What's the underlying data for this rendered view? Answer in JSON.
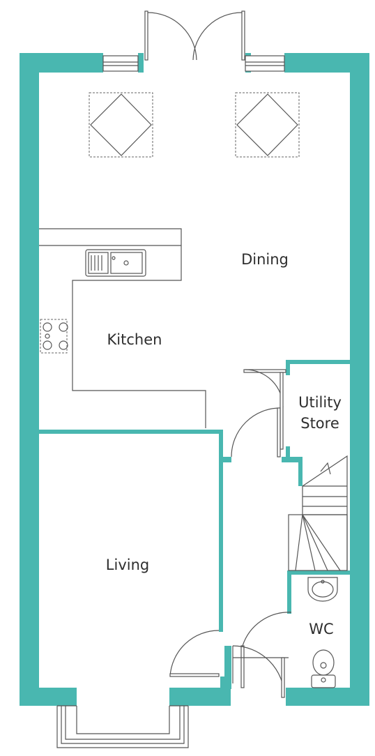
{
  "colors": {
    "wall": "#49b7b0",
    "line": "#555555",
    "label": "#2e2e2e"
  },
  "rooms": {
    "dining": "Dining",
    "kitchen": "Kitchen",
    "utility_line1": "Utility",
    "utility_line2": "Store",
    "living": "Living",
    "wc": "WC"
  },
  "icons": [
    "sink-icon",
    "hob-icon",
    "basin-icon",
    "toilet-icon",
    "skylight-icon",
    "stairs-icon",
    "door-icon",
    "window-icon",
    "bay-window-icon"
  ]
}
